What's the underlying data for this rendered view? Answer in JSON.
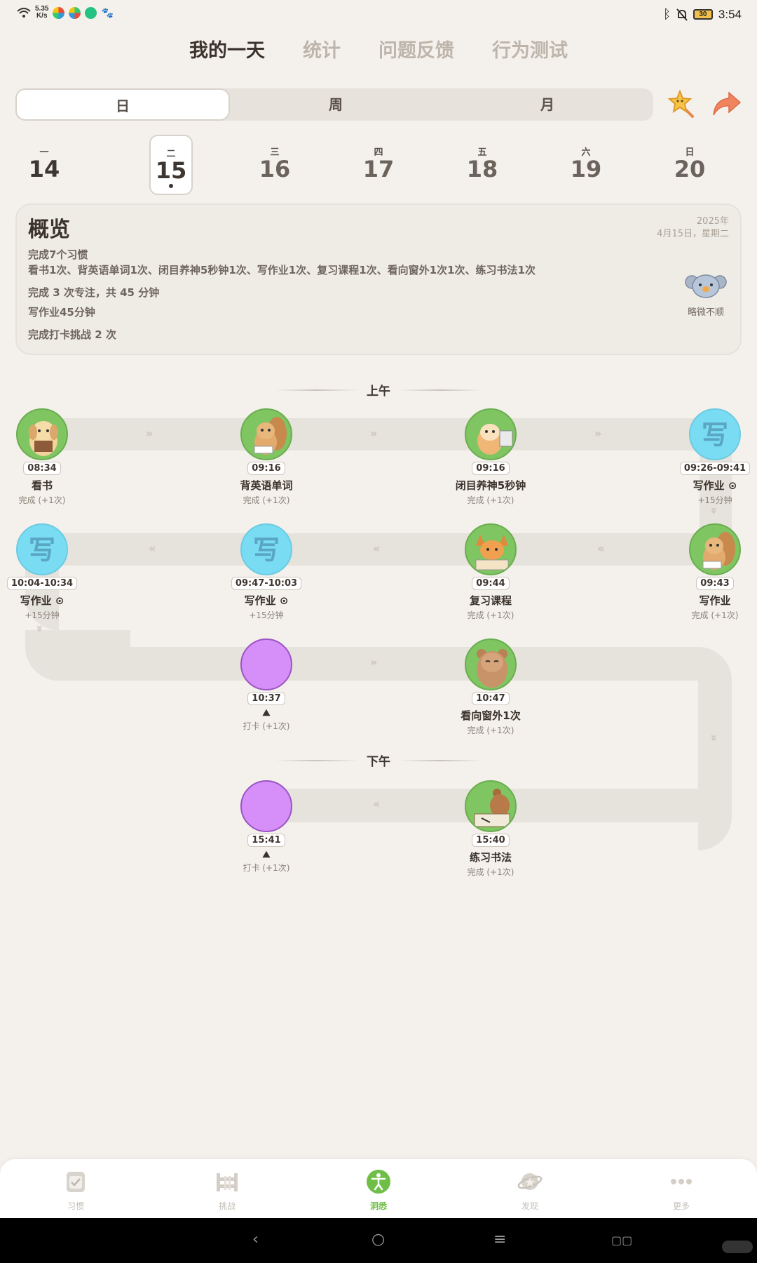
{
  "status_bar": {
    "net_speed_value": "5.35",
    "net_speed_unit": "K/s",
    "battery": "30",
    "time": "3:54"
  },
  "top_tabs": [
    "我的一天",
    "统计",
    "问题反馈",
    "行为测试"
  ],
  "segments": [
    "日",
    "周",
    "月"
  ],
  "week": {
    "days": [
      {
        "label": "一",
        "num": "14"
      },
      {
        "label": "二",
        "num": "15"
      },
      {
        "label": "三",
        "num": "16"
      },
      {
        "label": "四",
        "num": "17"
      },
      {
        "label": "五",
        "num": "18"
      },
      {
        "label": "六",
        "num": "19"
      },
      {
        "label": "日",
        "num": "20"
      }
    ]
  },
  "overview": {
    "title": "概览",
    "year": "2025年",
    "date": "4月15日，星期二",
    "habits_summary": "完成7个习惯",
    "habits_detail": "看书1次、背英语单词1次、闭目养神5秒钟1次、写作业1次、复习课程1次、看向窗外1次1次、练习书法1次",
    "focus_summary": "完成 3 次专注，共 45 分钟",
    "focus_detail": "写作业45分钟",
    "challenge_summary": "完成打卡挑战 2 次",
    "mood_label": "略微不顺"
  },
  "timeline": {
    "morning_label": "上午",
    "afternoon_label": "下午",
    "row1": [
      {
        "time": "08:34",
        "label": "看书",
        "sub": "完成 (+1次)"
      },
      {
        "time": "09:16",
        "label": "背英语单词",
        "sub": "完成 (+1次)"
      },
      {
        "time": "09:16",
        "label": "闭目养神5秒钟",
        "sub": "完成 (+1次)"
      },
      {
        "time": "09:26-09:41",
        "label": "写作业 ⊙",
        "sub": "+15分钟",
        "glyph": "写"
      }
    ],
    "row2": [
      {
        "time": "10:04-10:34",
        "label": "写作业 ⊙",
        "sub": "+15分钟",
        "glyph": "写"
      },
      {
        "time": "09:47-10:03",
        "label": "写作业 ⊙",
        "sub": "+15分钟",
        "glyph": "写"
      },
      {
        "time": "09:44",
        "label": "复习课程",
        "sub": "完成 (+1次)"
      },
      {
        "time": "09:43",
        "label": "写作业",
        "sub": "完成 (+1次)"
      }
    ],
    "row3": [
      {
        "time": "10:37",
        "label": "⛰",
        "sub": "打卡 (+1次)"
      },
      {
        "time": "10:47",
        "label": "看向窗外1次",
        "sub": "完成 (+1次)"
      }
    ],
    "row4": [
      {
        "time": "15:41",
        "label": "⛰",
        "sub": "打卡 (+1次)"
      },
      {
        "time": "15:40",
        "label": "练习书法",
        "sub": "完成 (+1次)"
      }
    ]
  },
  "bottom_nav": [
    "习惯",
    "挑战",
    "洞悉",
    "发现",
    "更多"
  ],
  "colors": {
    "accent_green": "#6fbe47",
    "node_green": "#7fc561",
    "node_blue": "#79dcf3",
    "node_purple": "#d68ff8",
    "background": "#f4f1ec"
  }
}
